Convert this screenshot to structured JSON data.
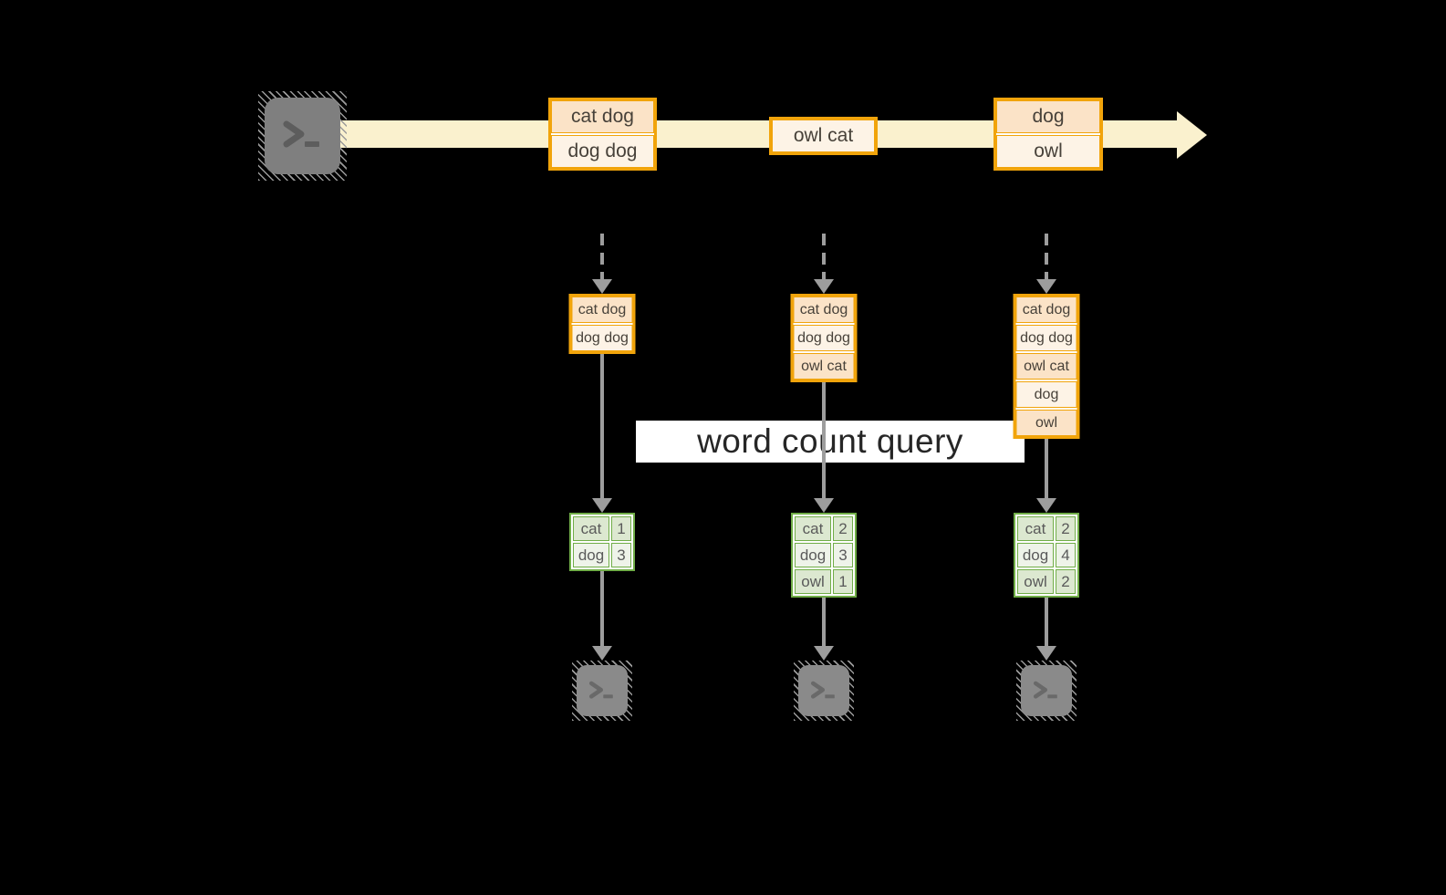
{
  "banner": {
    "label": "word count query"
  },
  "stream": {
    "source_icon": "terminal-icon",
    "boxes": [
      {
        "cells": [
          {
            "text": "cat dog",
            "tone": "peach"
          },
          {
            "text": "dog dog",
            "tone": "cream"
          }
        ]
      },
      {
        "cells": [
          {
            "text": "owl cat",
            "tone": "cream"
          }
        ]
      },
      {
        "cells": [
          {
            "text": "dog",
            "tone": "peach"
          },
          {
            "text": "owl",
            "tone": "cream"
          }
        ]
      }
    ]
  },
  "columns": [
    {
      "snapshot": [
        "cat dog",
        "dog dog"
      ],
      "counts": [
        {
          "word": "cat",
          "count": "1"
        },
        {
          "word": "dog",
          "count": "3"
        }
      ],
      "sink_icon": "terminal-icon"
    },
    {
      "snapshot": [
        "cat dog",
        "dog dog",
        "owl cat"
      ],
      "counts": [
        {
          "word": "cat",
          "count": "2"
        },
        {
          "word": "dog",
          "count": "3"
        },
        {
          "word": "owl",
          "count": "1"
        }
      ],
      "sink_icon": "terminal-icon"
    },
    {
      "snapshot": [
        "cat dog",
        "dog dog",
        "owl cat",
        "dog",
        "owl"
      ],
      "counts": [
        {
          "word": "cat",
          "count": "2"
        },
        {
          "word": "dog",
          "count": "4"
        },
        {
          "word": "owl",
          "count": "2"
        }
      ],
      "sink_icon": "terminal-icon"
    }
  ],
  "colors": {
    "accent_orange": "#f1a40b",
    "fill_peach": "#fbe3c7",
    "fill_cream": "#fdf3e6",
    "stream_band": "#faf1ce",
    "accent_green": "#70ad47",
    "fill_green_dark": "#dce8d0",
    "fill_green_light": "#eef3e9",
    "arrow_gray": "#9d9d9d",
    "terminal_gray": "#7f7f7f",
    "background": "#000000"
  }
}
